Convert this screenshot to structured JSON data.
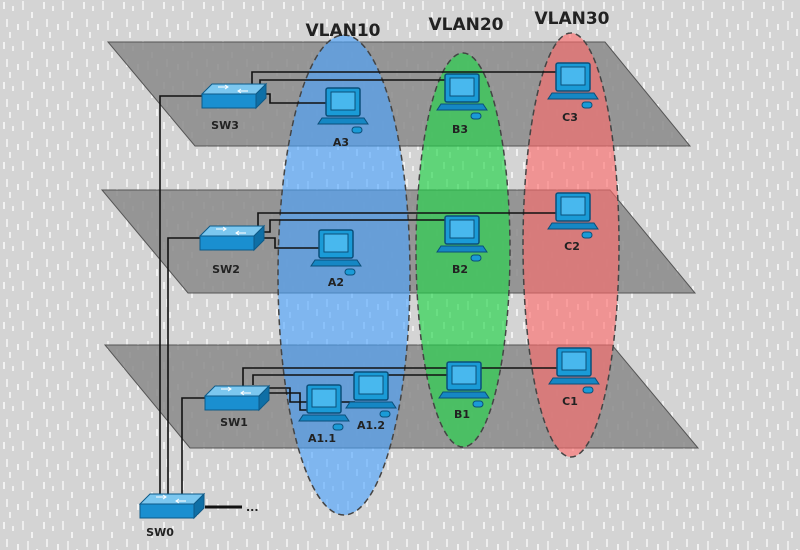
{
  "vlans": [
    {
      "name": "VLAN10",
      "color": "#4aa3ff"
    },
    {
      "name": "VLAN20",
      "color": "#25d44a"
    },
    {
      "name": "VLAN30",
      "color": "#ff6b6b"
    }
  ],
  "switches": [
    "SW3",
    "SW2",
    "SW1",
    "SW0"
  ],
  "hosts": {
    "floor3": [
      "A3",
      "B3",
      "C3"
    ],
    "floor2": [
      "A2",
      "B2",
      "C2"
    ],
    "floor1": [
      "A1.1",
      "A1.2",
      "B1",
      "C1"
    ]
  },
  "trunk_continuation": "...",
  "colors": {
    "floor": "#8a8a8a",
    "device": "#1a9bd7",
    "background": "#d9d9d9"
  }
}
